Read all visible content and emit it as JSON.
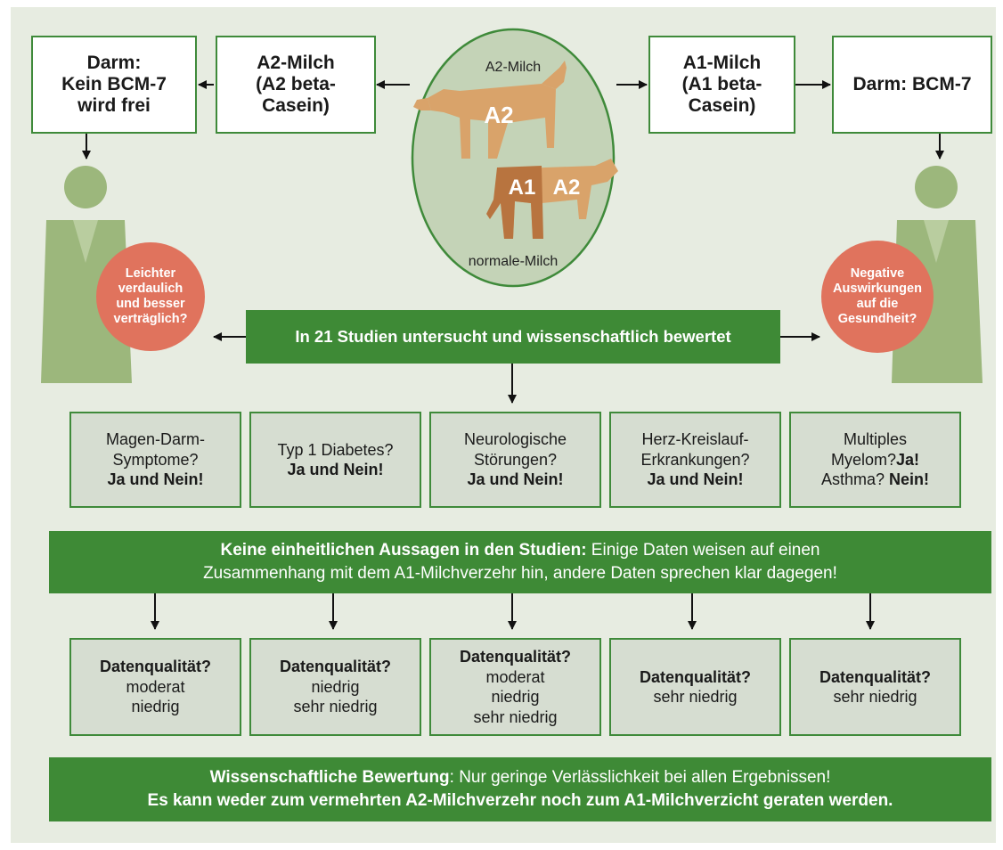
{
  "top": {
    "left_outer": [
      "Darm:",
      "Kein BCM-7",
      "wird frei"
    ],
    "left_inner": [
      "A2-Milch",
      "(A2 beta-",
      "Casein)"
    ],
    "right_inner": [
      "A1-Milch",
      "(A1 beta-",
      "Casein)"
    ],
    "right_outer": [
      "Darm: BCM-7"
    ]
  },
  "center": {
    "top_label": "A2-Milch",
    "cow1_label": "A2",
    "cow2_label_left": "A1",
    "cow2_label_right": "A2",
    "bottom_label": "normale-Milch"
  },
  "left_bubble": [
    "Leichter",
    "verdaulich",
    "und besser",
    "verträglich?"
  ],
  "right_bubble": [
    "Negative",
    "Auswirkungen",
    "auf die",
    "Gesundheit?"
  ],
  "studies_bar": "In 21 Studien untersucht und wissenschaftlich bewertet",
  "findings": [
    {
      "q": [
        "Magen-Darm-",
        "Symptome?"
      ],
      "a": "Ja und Nein!"
    },
    {
      "q": [
        "Typ 1 Diabetes?"
      ],
      "a": "Ja und Nein!"
    },
    {
      "q": [
        "Neurologische",
        "Störungen?"
      ],
      "a": "Ja und Nein!"
    },
    {
      "q": [
        "Herz-Kreislauf-",
        "Erkrankungen?"
      ],
      "a": "Ja und Nein!"
    },
    {
      "q1": "Multiples",
      "q2": "Myelom?",
      "a2": "Ja!",
      "q3": "Asthma? ",
      "a3": "Nein!"
    }
  ],
  "summary_bar": {
    "bold": "Keine einheitlichen Aussagen in den Studien:",
    "rest1": " Einige Daten weisen auf einen",
    "line2": "Zusammenhang mit dem A1-Milchverzehr hin, andere Daten sprechen klar dagegen!"
  },
  "quality": [
    {
      "title": "Datenqualität?",
      "levels": [
        "moderat",
        "niedrig"
      ]
    },
    {
      "title": "Datenqualität?",
      "levels": [
        "niedrig",
        "sehr niedrig"
      ]
    },
    {
      "title": "Datenqualität?",
      "levels": [
        "moderat",
        "niedrig",
        "sehr niedrig"
      ]
    },
    {
      "title": "Datenqualität?",
      "levels": [
        "sehr niedrig"
      ]
    },
    {
      "title": "Datenqualität?",
      "levels": [
        "sehr niedrig"
      ]
    }
  ],
  "conclusion": {
    "bold": "Wissenschaftliche Bewertung",
    "rest": ": Nur geringe Verlässlichkeit bei allen Ergebnissen!",
    "line2": "Es kann weder zum vermehrten A2-Milchverzehr noch zum A1-Milchverzicht geraten werden."
  },
  "colors": {
    "green": "#3e8a36",
    "red": "#e0735d",
    "cow_light": "#d9a36a",
    "cow_dark": "#b8743f",
    "figure": "#9cb77c"
  }
}
